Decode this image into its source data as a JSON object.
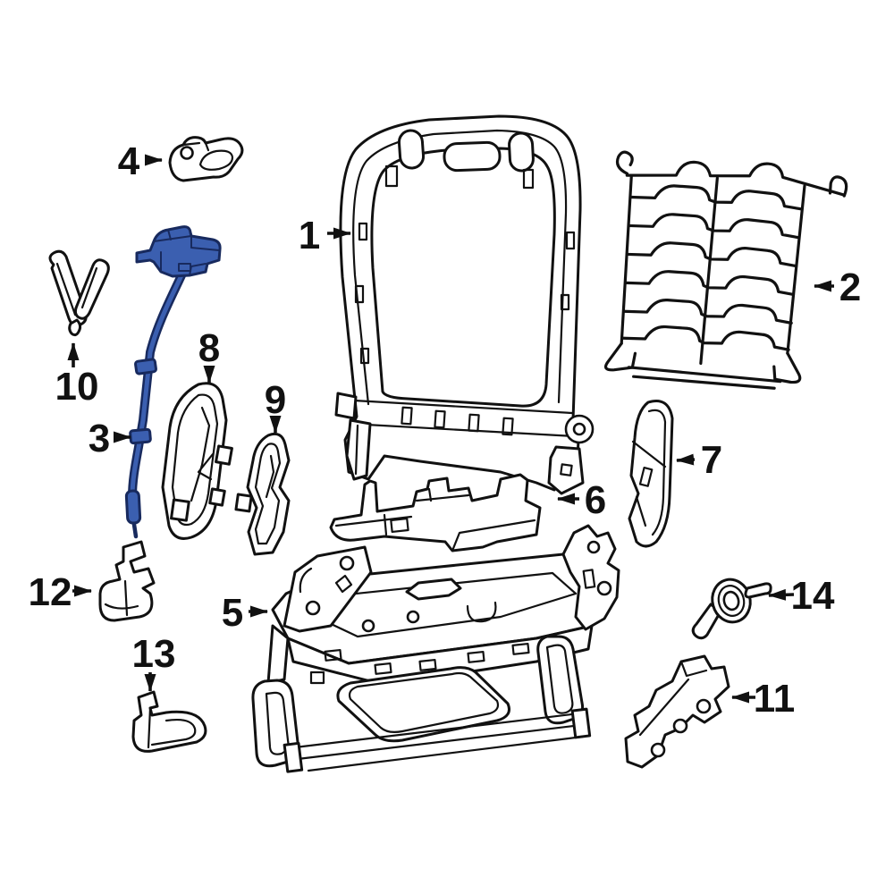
{
  "diagram": {
    "background_color": "#ffffff",
    "line_color": "#111111",
    "label_color": "#111111",
    "highlight_fill": "#3b5fb0",
    "highlight_stroke": "#182a5e",
    "description": "Exploded parts diagram of a vehicle front seat back frame, shields, brackets, cables and seat adjuster with numbered callouts 1-14; part 3 (release cable assembly) is highlighted in blue"
  },
  "parts": [
    {
      "label": "1",
      "name": "seat-back-frame",
      "highlighted": false
    },
    {
      "label": "2",
      "name": "seat-back-suspension-wire-panel",
      "highlighted": false
    },
    {
      "label": "3",
      "name": "release-cable-assembly",
      "highlighted": true
    },
    {
      "label": "4",
      "name": "latch-cover",
      "highlighted": false
    },
    {
      "label": "5",
      "name": "seat-adjuster-track-assembly",
      "highlighted": false
    },
    {
      "label": "6",
      "name": "front-shield-bracket",
      "highlighted": false
    },
    {
      "label": "7",
      "name": "outer-side-shield",
      "highlighted": false
    },
    {
      "label": "8",
      "name": "recliner-outer-side-cover",
      "highlighted": false
    },
    {
      "label": "9",
      "name": "recliner-inner-side-cover",
      "highlighted": false
    },
    {
      "label": "10",
      "name": "pull-strap-handle",
      "highlighted": false
    },
    {
      "label": "11",
      "name": "outer-mounting-bracket",
      "highlighted": false
    },
    {
      "label": "12",
      "name": "inner-mounting-bracket",
      "highlighted": false
    },
    {
      "label": "13",
      "name": "front-mounting-bracket",
      "highlighted": false
    },
    {
      "label": "14",
      "name": "cable-grommet",
      "highlighted": false
    }
  ]
}
